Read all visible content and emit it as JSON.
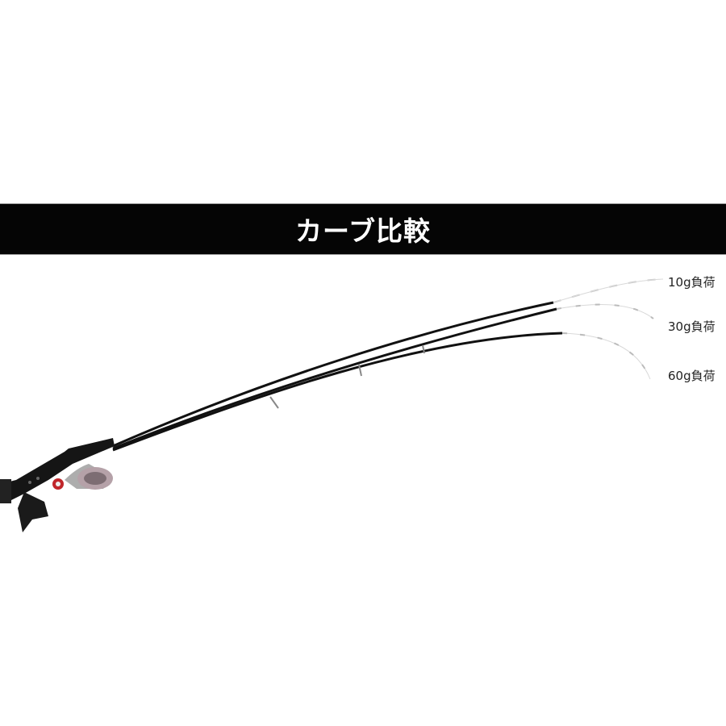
{
  "header": {
    "title": "カーブ比較"
  },
  "diagram": {
    "subject": "fishing rod bend curve comparison",
    "curves": [
      {
        "label": "10g負荷",
        "load_g": 10
      },
      {
        "label": "30g負荷",
        "load_g": 30
      },
      {
        "label": "60g負荷",
        "load_g": 60
      }
    ]
  },
  "colors": {
    "bar": "#050505",
    "title_text": "#ffffff",
    "rod": "#111111",
    "tip": "#bdbdbd",
    "reel_accent": "#c0262b"
  }
}
